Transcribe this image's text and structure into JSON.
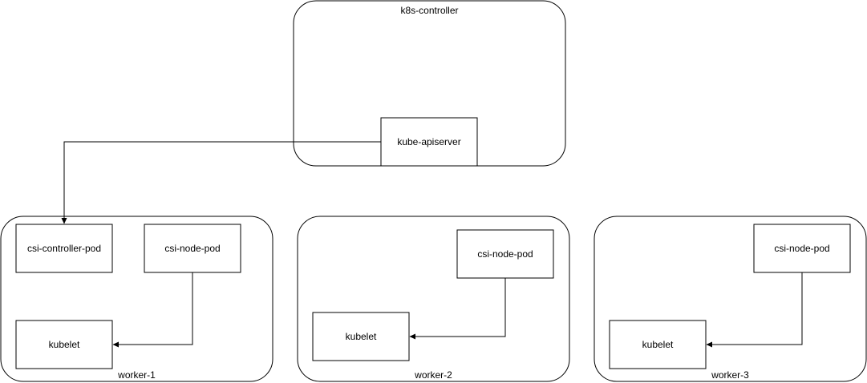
{
  "diagram": {
    "controller": {
      "label": "k8s-controller",
      "apiserver": "kube-apiserver"
    },
    "workers": [
      {
        "label": "worker-1",
        "pods": [
          "csi-controller-pod",
          "csi-node-pod"
        ],
        "kubelet": "kubelet"
      },
      {
        "label": "worker-2",
        "pods": [
          "csi-node-pod"
        ],
        "kubelet": "kubelet"
      },
      {
        "label": "worker-3",
        "pods": [
          "csi-node-pod"
        ],
        "kubelet": "kubelet"
      }
    ],
    "edges": [
      {
        "from": "kube-apiserver",
        "to": "worker-1 csi-controller-pod"
      },
      {
        "from": "worker-1 csi-node-pod",
        "to": "worker-1 kubelet"
      },
      {
        "from": "worker-2 csi-node-pod",
        "to": "worker-2 kubelet"
      },
      {
        "from": "worker-3 csi-node-pod",
        "to": "worker-3 kubelet"
      }
    ]
  }
}
